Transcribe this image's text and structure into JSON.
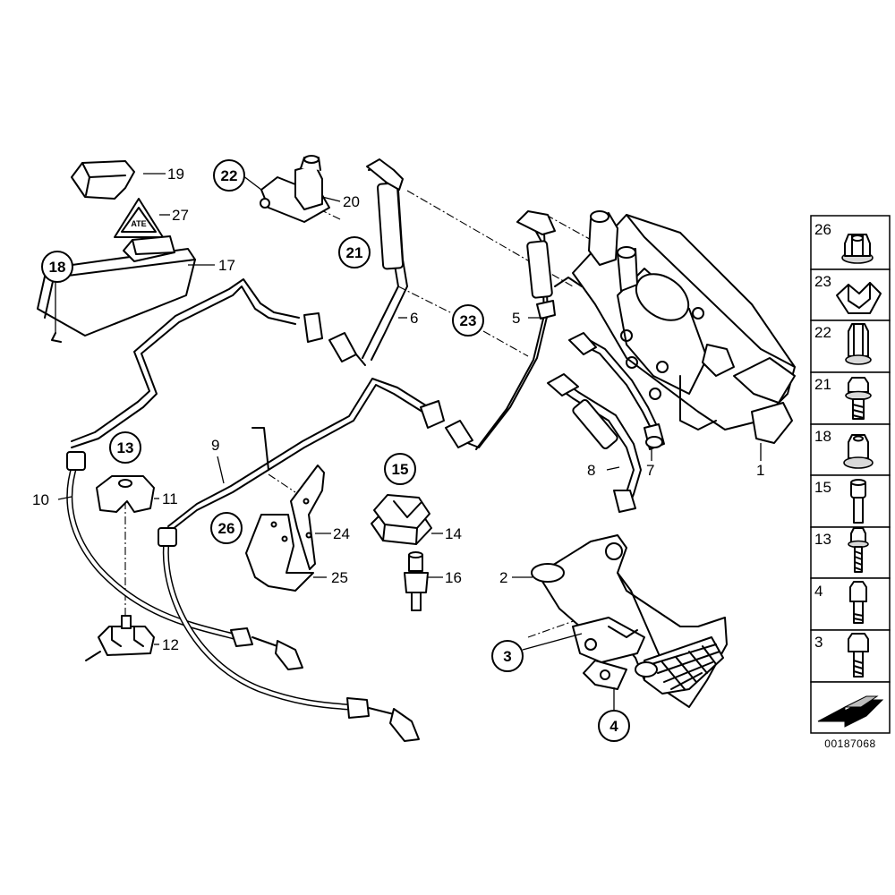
{
  "diagram": {
    "callouts": {
      "c1": "1",
      "c2": "2",
      "c3": "3",
      "c4": "4",
      "c5": "5",
      "c6": "6",
      "c7": "7",
      "c8": "8",
      "c9": "9",
      "c10": "10",
      "c11": "11",
      "c12": "12",
      "c13": "13",
      "c14": "14",
      "c15": "15",
      "c16": "16",
      "c17": "17",
      "c18": "18",
      "c19": "19",
      "c20": "20",
      "c21": "21",
      "c22": "22",
      "c23": "23",
      "c24": "24",
      "c25": "25",
      "c26": "26",
      "c27": "27"
    },
    "warning_symbol_text": "ATE"
  },
  "legend": {
    "items": [
      "26",
      "23",
      "22",
      "21",
      "18",
      "15",
      "13",
      "4",
      "3"
    ]
  },
  "document_code": "00187068"
}
